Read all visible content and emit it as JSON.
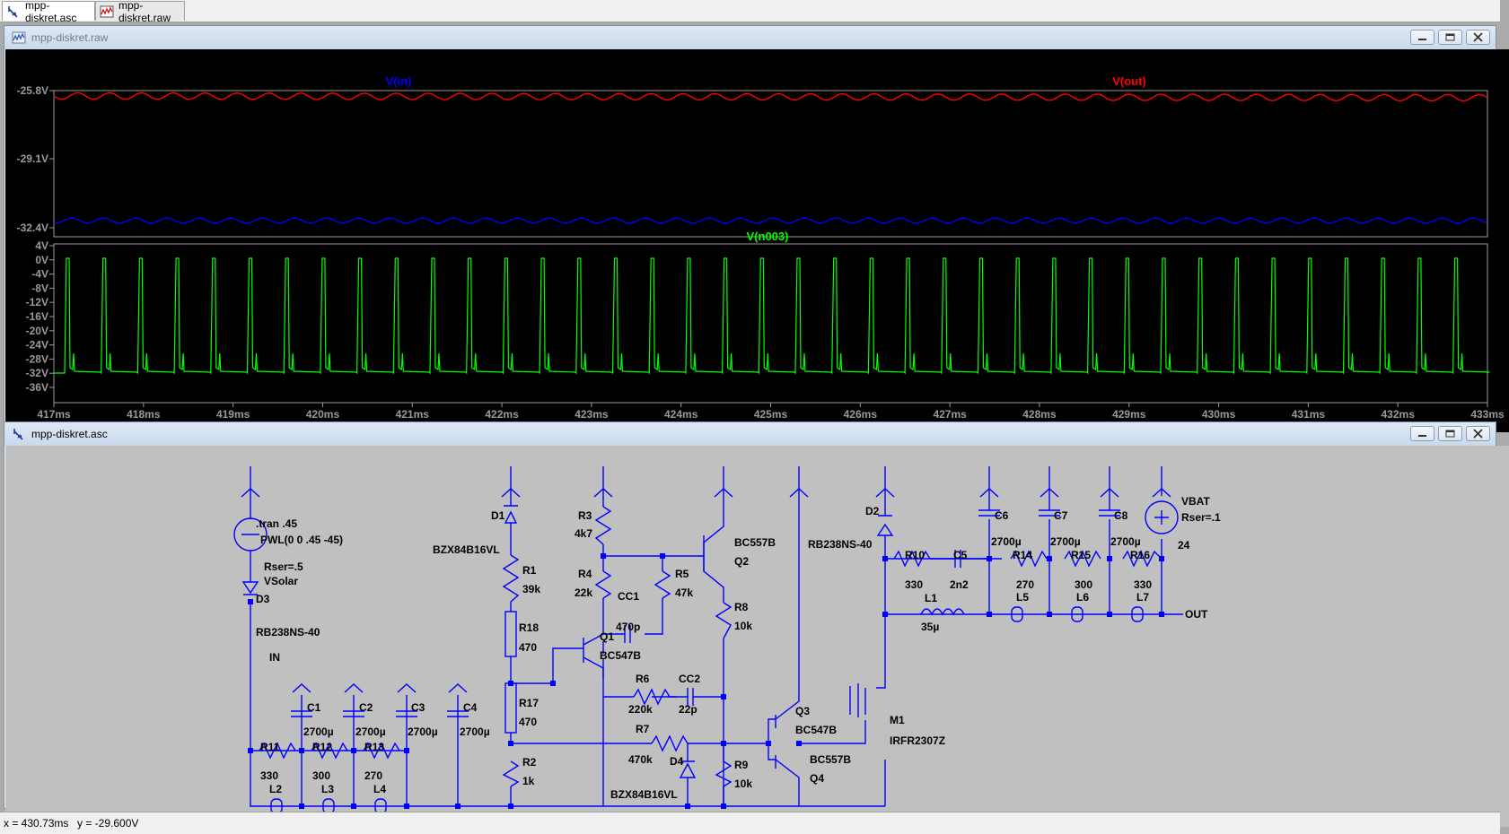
{
  "tabs": [
    {
      "label": "mpp-diskret.asc",
      "icon": "schematic-icon",
      "active": true
    },
    {
      "label": "mpp-diskret.raw",
      "icon": "waveform-icon",
      "active": false
    }
  ],
  "waveform_window": {
    "title": "mpp-diskret.raw",
    "top_pane": {
      "traces": [
        {
          "label": "V(in)",
          "color": "#0000ff"
        },
        {
          "label": "V(out)",
          "color": "#ff0000"
        }
      ],
      "y_ticks": [
        "-25.8V",
        "-29.1V",
        "-32.4V"
      ]
    },
    "bottom_pane": {
      "traces": [
        {
          "label": "V(n003)",
          "color": "#00ff00"
        }
      ],
      "y_ticks": [
        "4V",
        "0V",
        "-4V",
        "-8V",
        "-12V",
        "-16V",
        "-20V",
        "-24V",
        "-28V",
        "-32V",
        "-36V"
      ]
    },
    "x_ticks": [
      "417ms",
      "418ms",
      "419ms",
      "420ms",
      "421ms",
      "422ms",
      "423ms",
      "424ms",
      "425ms",
      "426ms",
      "427ms",
      "428ms",
      "429ms",
      "430ms",
      "431ms",
      "432ms",
      "433ms"
    ]
  },
  "schematic_window": {
    "title": "mpp-diskret.asc",
    "labels": {
      "tran": ".tran .45",
      "pwl": "PWL(0 0 .45 -45)",
      "rser_solar": "Rser=.5",
      "vsolar": "VSolar",
      "d3": "D3",
      "d3_part": "RB238NS-40",
      "in": "IN",
      "d1": "D1",
      "d1_part": "BZX84B16VL",
      "r1": "R1",
      "r1_val": "39k",
      "r18": "R18",
      "r18_val": "470",
      "r17": "R17",
      "r17_val": "470",
      "r2": "R2",
      "r2_val": "1k",
      "r3": "R3",
      "r3_val": "4k7",
      "r4": "R4",
      "r4_val": "22k",
      "r5": "R5",
      "r5_val": "47k",
      "cc1": "CC1",
      "cc1_val": "470p",
      "q1": "Q1",
      "q1_part": "BC547B",
      "q2_part": "BC557B",
      "q2": "Q2",
      "r8": "R8",
      "r8_val": "10k",
      "r6": "R6",
      "r6_val": "220k",
      "cc2": "CC2",
      "cc2_val": "22p",
      "r7": "R7",
      "r7_val": "470k",
      "d4": "D4",
      "d4_part": "BZX84B16VL",
      "r9": "R9",
      "r9_val": "10k",
      "q3": "Q3",
      "q3_part": "BC547B",
      "q4_part": "BC557B",
      "q4": "Q4",
      "m1": "M1",
      "m1_part": "IRFR2307Z",
      "d2": "D2",
      "d2_part": "RB238NS-40",
      "r10": "R10",
      "r10_val": "330",
      "c5": "C5",
      "c5_val": "2n2",
      "l1": "L1",
      "l1_val": "35µ",
      "c6": "C6",
      "c6_val": "2700µ",
      "c7": "C7",
      "c7_val": "2700µ",
      "c8": "C8",
      "c8_val": "2700µ",
      "r14": "R14",
      "r14_val": "270",
      "r15": "R15",
      "r15_val": "300",
      "r16": "R16",
      "r16_val": "330",
      "l5": "L5",
      "l6": "L6",
      "l7": "L7",
      "out": "OUT",
      "vbat": "VBAT",
      "rser_bat": "Rser=.1",
      "vbat_val": "24",
      "c1": "C1",
      "c1_val": "2700µ",
      "c2": "C2",
      "c2_val": "2700µ",
      "c3": "C3",
      "c3_val": "2700µ",
      "c4": "C4",
      "c4_val": "2700µ",
      "r11": "R11",
      "r11_val": "330",
      "r12": "R12",
      "r12_val": "300",
      "r13": "R13",
      "r13_val": "270",
      "l2": "L2",
      "l3": "L3",
      "l4": "L4"
    }
  },
  "status_bar": {
    "x": "x = 430.73ms",
    "y": "y = -29.600V"
  }
}
